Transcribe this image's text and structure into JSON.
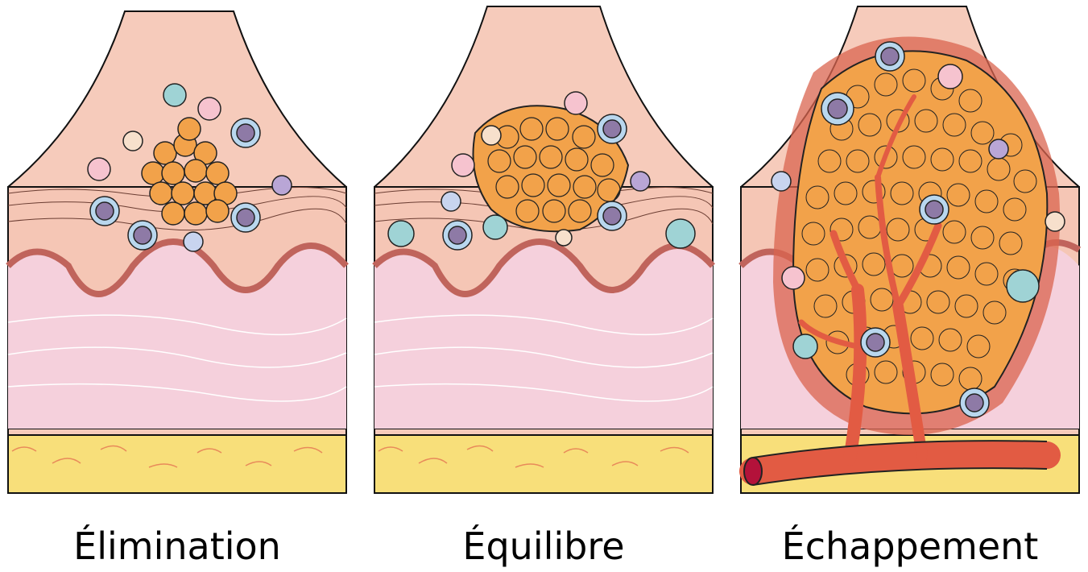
{
  "panels": [
    {
      "label": "Élimination",
      "stage": "elimination"
    },
    {
      "label": "Équilibre",
      "stage": "equilibrium"
    },
    {
      "label": "Échappement",
      "stage": "escape"
    }
  ],
  "colors": {
    "epidermis": "#f5c6b8",
    "dermis": "#f7d7df",
    "fat": "#f8df7a",
    "tumor": "#f2a24a",
    "blood_vessel": "#e25b43",
    "lymphocyte": "#b9d7ee",
    "macrophage": "#9fd3d5"
  }
}
